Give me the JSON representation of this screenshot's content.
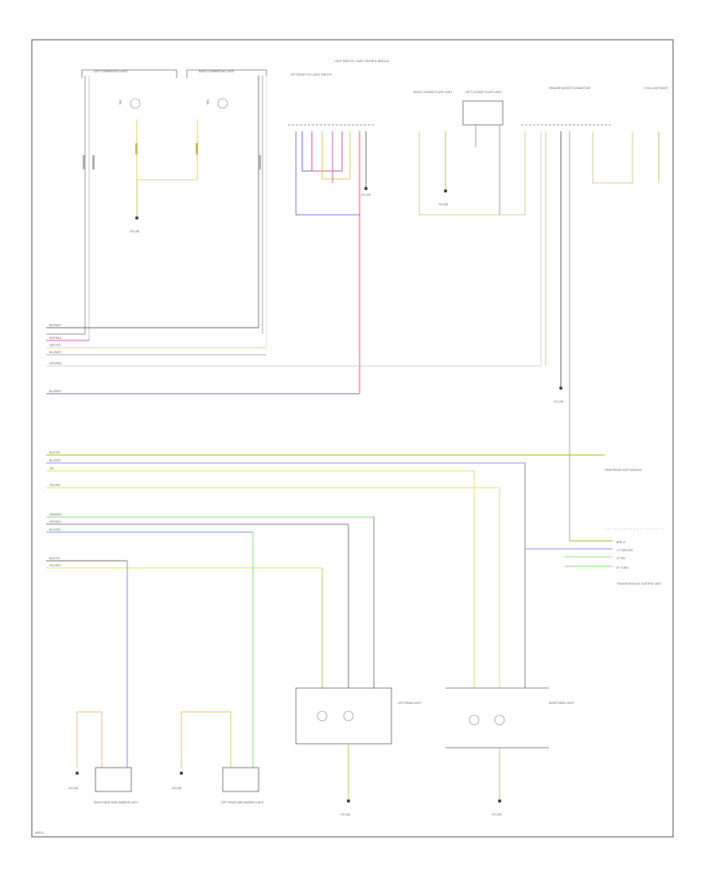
{
  "diagram": {
    "ground_labels": {
      "g1": "G11 (M)",
      "g2": "G11 (M)",
      "g3": "G11 (M)",
      "g4": "G11 (M)",
      "g5": "G11 (M)",
      "g6": "G11 (M)",
      "g7": "G11 (M)",
      "g8": "G11 (M)"
    },
    "components": {
      "left_corner_top": "LEFT CORNER/TAIL LIGHT",
      "right_corner_top": "RIGHT CORNER/TAIL LIGHT",
      "headlamp_sw": "LEFT REAR FOG LIGHT SWITCH",
      "lamp_control": "LIGHT SWITCH / LAMP CONTROL MODULE",
      "right_license": "RIGHT LICENSE PLATE LIGHT",
      "left_license": "LEFT LICENSE PLATE LIGHT",
      "trailer_socket": "TRAILER SOCKET CONNECTOR",
      "fog_right": "FOG LIGHT RIGHT",
      "left_rear_light": "LEFT REAR LIGHT",
      "right_rear_light": "RIGHT REAR LIGHT",
      "right_back_marker": "RIGHT REAR SIDE MARKER LIGHT",
      "left_back_marker": "LEFT REAR SIDE MARKER LIGHT",
      "trailer_module": "TRAILER MODULE CONTROL UNIT",
      "from_module": "FROM REAR LIGHT MODULE"
    },
    "wire_labels": {
      "w1": "BLK/WHT",
      "w2": "WHT/BLU",
      "w3": "GRY/YEL",
      "w4": "BLU/WHT",
      "w5": "GRY/RED",
      "w6": "BLU/RED",
      "w7": "BLK/YEL",
      "w8": "BLU/GRY",
      "w9": "YEL",
      "w10": "YEL/GRY",
      "w11": "GRN/WHT",
      "w12": "GRY/BLU",
      "w13": "BLK/GRY",
      "w14": "BLK/YEL",
      "w15": "YEL/GRY"
    },
    "footer_code": "W5024"
  }
}
